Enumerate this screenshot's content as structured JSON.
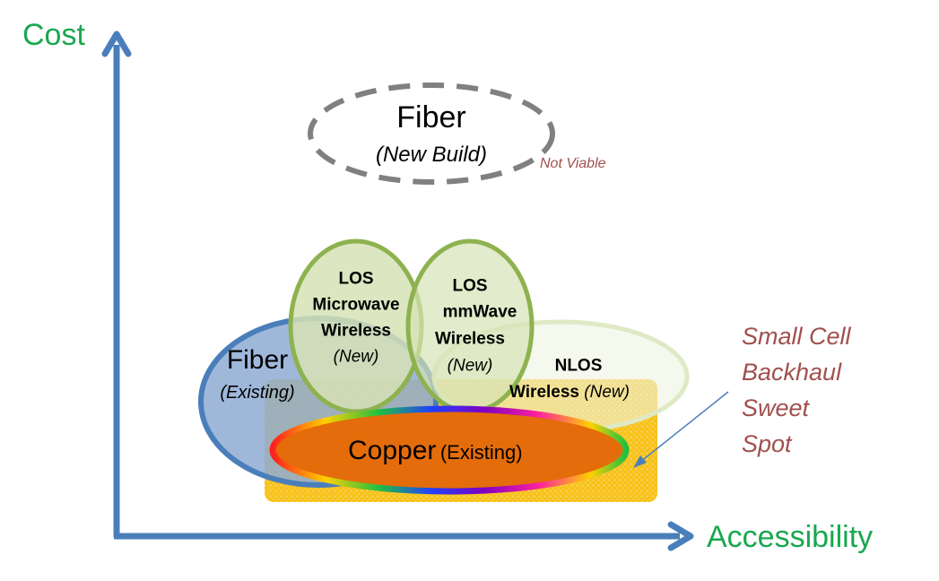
{
  "axes": {
    "y_label": "Cost",
    "x_label": "Accessibility"
  },
  "fiber_new": {
    "title": "Fiber",
    "subtitle": "(New Build)",
    "note": "Not Viable"
  },
  "fiber_existing": {
    "title": "Fiber",
    "subtitle": "(Existing)"
  },
  "los_microwave": {
    "line1": "LOS",
    "line2": "Microwave",
    "line3": "Wireless",
    "line4": "(New)"
  },
  "los_mmwave": {
    "line1": "LOS",
    "line2": "mmWave",
    "line3": "Wireless",
    "line4": "(New)"
  },
  "nlos": {
    "line1": "NLOS",
    "line2a": "Wireless",
    "line2b": "(New)"
  },
  "copper": {
    "title": "Copper",
    "subtitle": "(Existing)"
  },
  "sweet_spot": {
    "line1": "Small Cell",
    "line2": "Backhaul",
    "line3": "Sweet",
    "line4": "Spot"
  },
  "colors": {
    "axis": "#4a7ebb",
    "axis_label": "#18a84e",
    "fiber_existing_fill": "#8eabd4",
    "green_outline": "#8db24f",
    "green_fill": "#dfe9c5",
    "yellow_fill": "#f7c21c",
    "copper_fill": "#e46c0a",
    "annotation_red": "#a0504e",
    "dash_gray": "#808080"
  }
}
